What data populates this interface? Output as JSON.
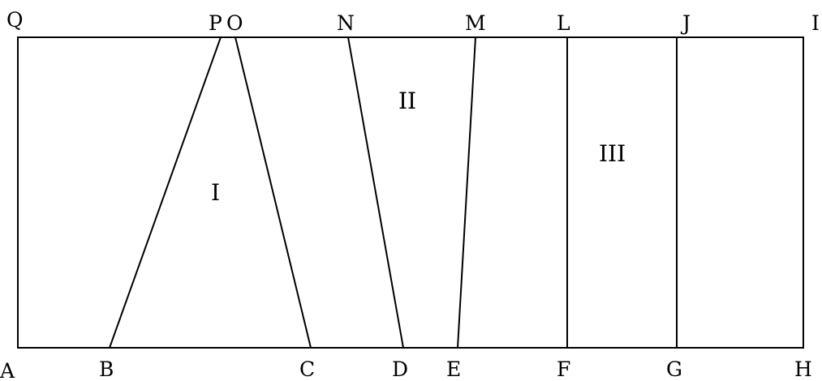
{
  "points": {
    "A": "A",
    "B": "B",
    "C": "C",
    "D": "D",
    "E": "E",
    "F": "F",
    "G": "G",
    "H": "H",
    "I": "I",
    "J": "J",
    "L": "L",
    "M": "M",
    "N": "N",
    "O": "O",
    "P": "P",
    "Q": "Q"
  },
  "regions": {
    "first": "I",
    "second": "II",
    "third": "III"
  },
  "segments": [
    [
      "B",
      "P"
    ],
    [
      "C",
      "O"
    ],
    [
      "D",
      "N"
    ],
    [
      "E",
      "M"
    ],
    [
      "F",
      "L"
    ],
    [
      "G",
      "J"
    ]
  ],
  "colors": {
    "stroke": "#000000",
    "background": "#ffffff"
  }
}
